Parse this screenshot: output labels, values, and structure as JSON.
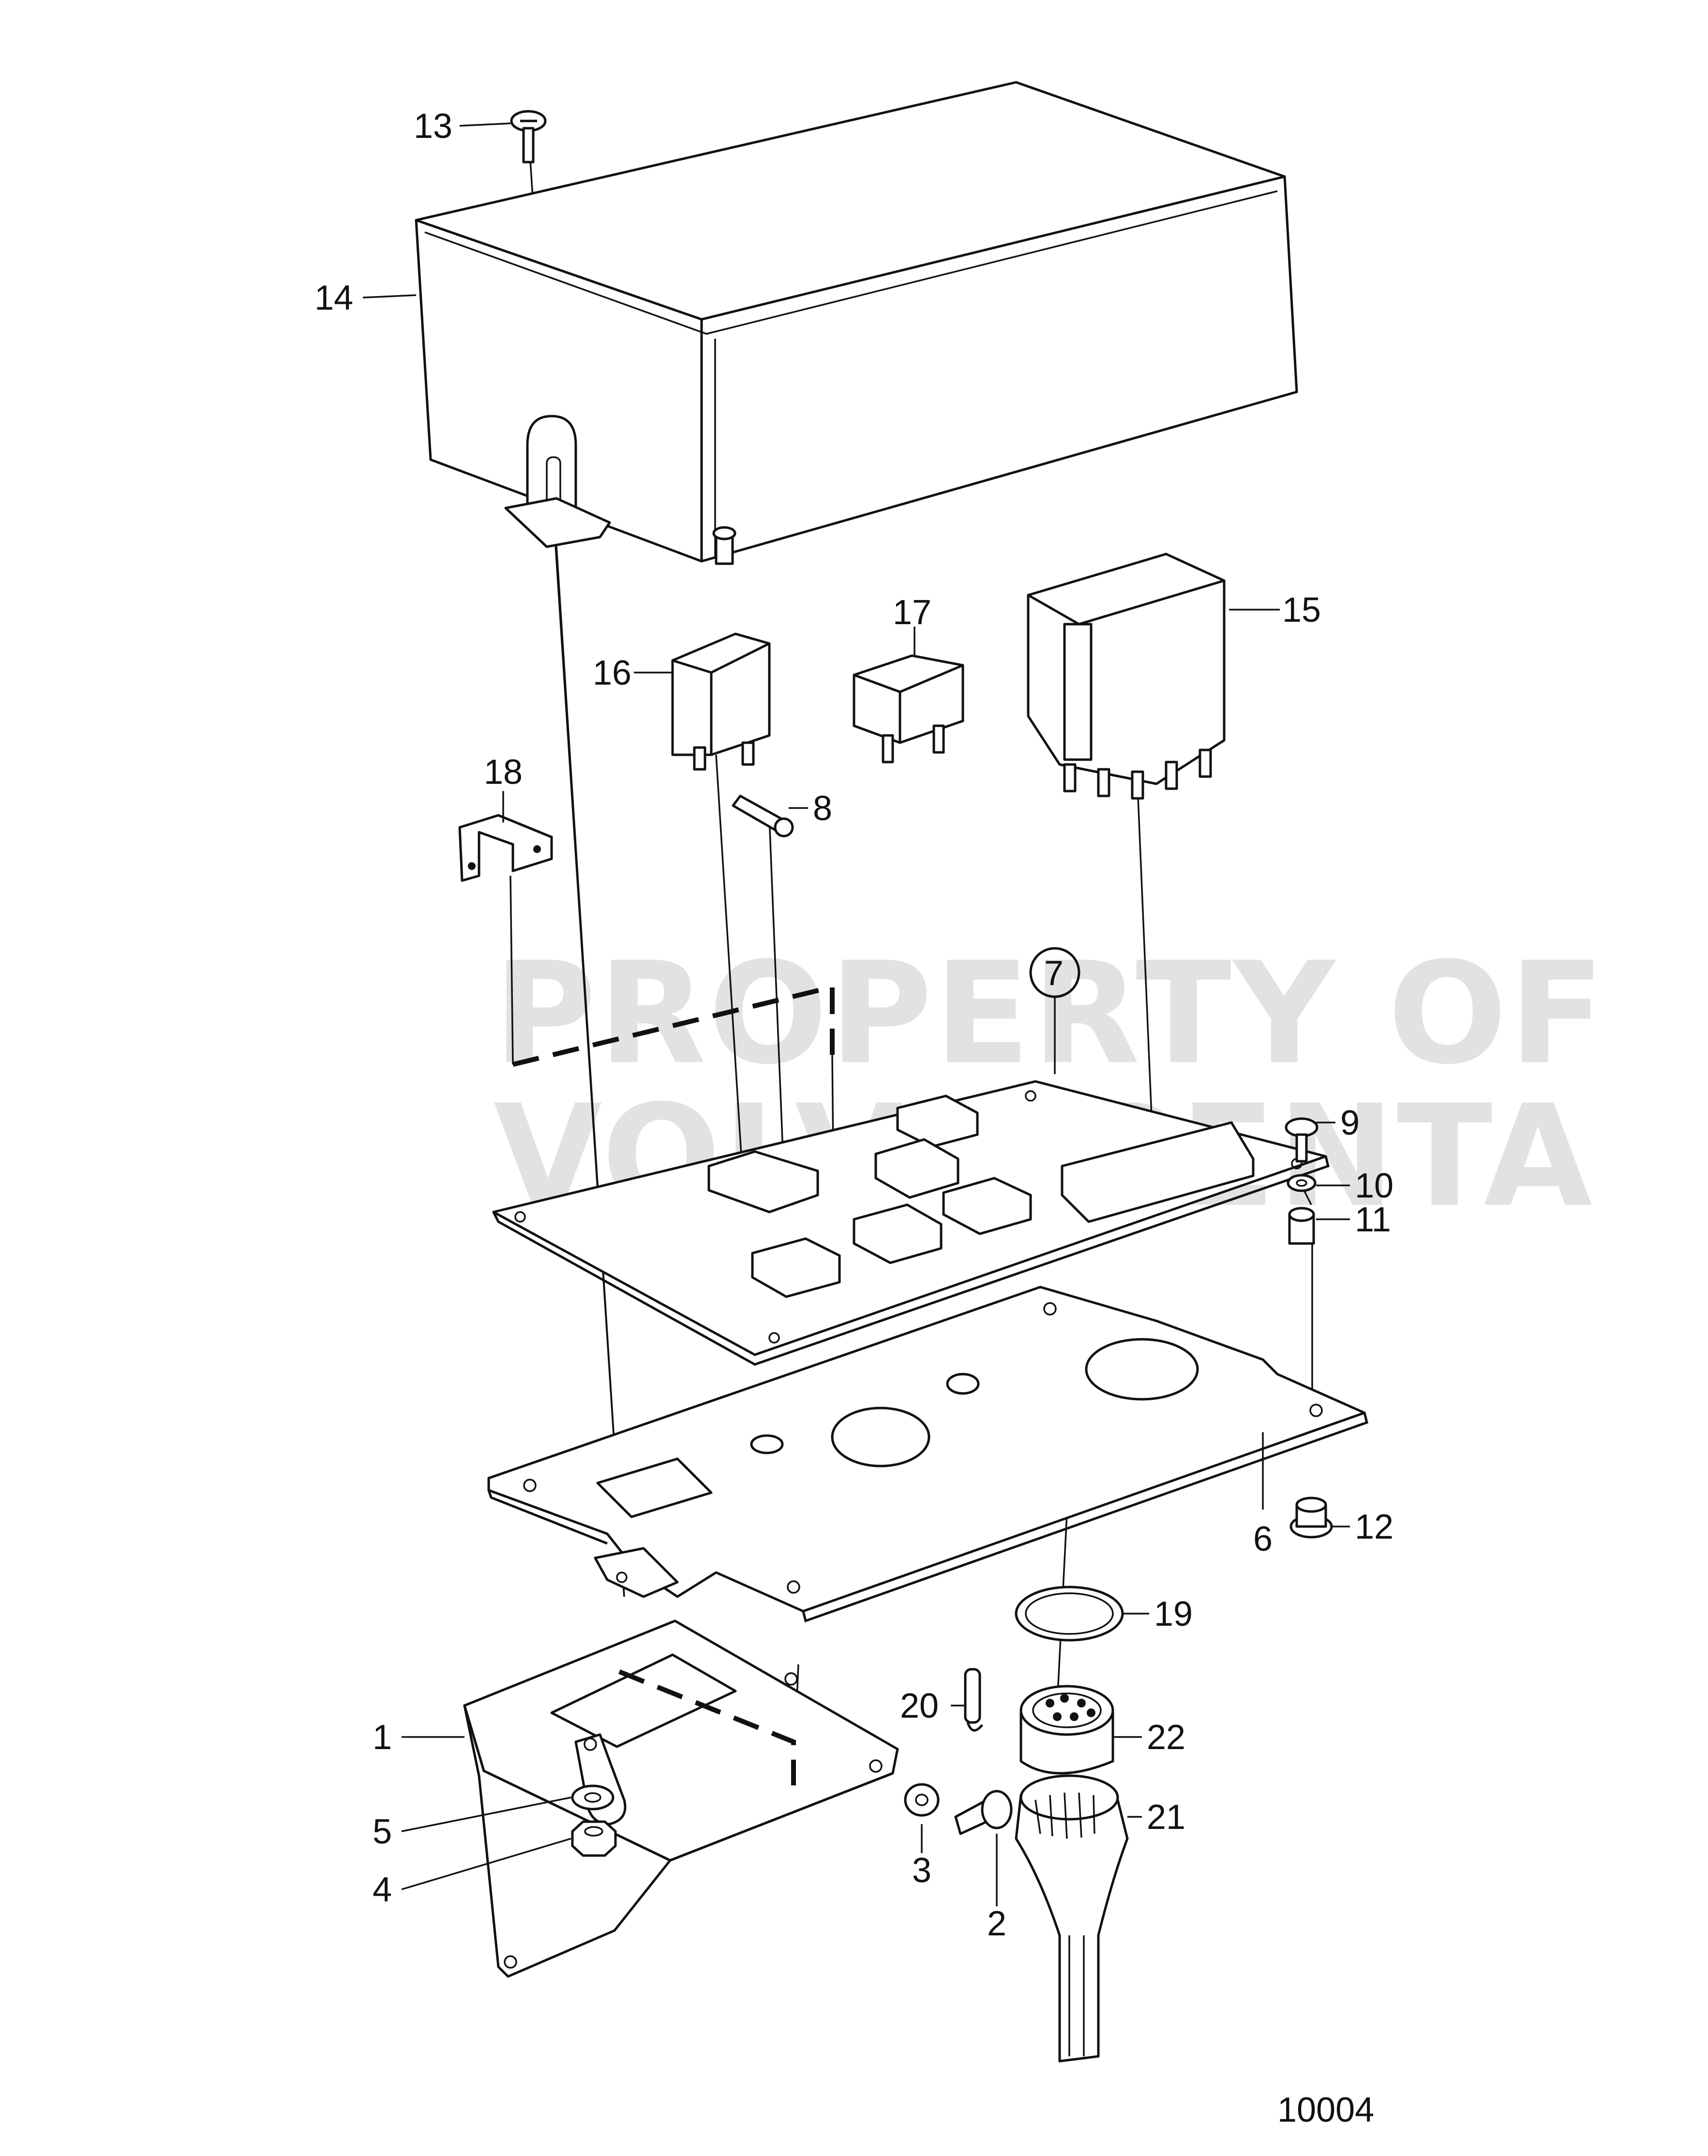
{
  "watermark": {
    "line1": "PROPERTY OF",
    "line2": "VOLVO PENTA"
  },
  "drawing_number": "10004",
  "callouts": [
    {
      "number": "1",
      "part": "mounting-bracket"
    },
    {
      "number": "2",
      "part": "screw"
    },
    {
      "number": "3",
      "part": "washer"
    },
    {
      "number": "4",
      "part": "nut"
    },
    {
      "number": "5",
      "part": "washer"
    },
    {
      "number": "6",
      "part": "base-plate"
    },
    {
      "number": "7",
      "part": "circuit-board"
    },
    {
      "number": "8",
      "part": "fuse"
    },
    {
      "number": "9",
      "part": "screw"
    },
    {
      "number": "10",
      "part": "washer"
    },
    {
      "number": "11",
      "part": "spacer"
    },
    {
      "number": "12",
      "part": "grommet"
    },
    {
      "number": "13",
      "part": "screw"
    },
    {
      "number": "14",
      "part": "cover"
    },
    {
      "number": "15",
      "part": "relay-block"
    },
    {
      "number": "16",
      "part": "circuit-breaker"
    },
    {
      "number": "17",
      "part": "relay"
    },
    {
      "number": "18",
      "part": "connector-clip"
    },
    {
      "number": "19",
      "part": "o-ring"
    },
    {
      "number": "20",
      "part": "pin"
    },
    {
      "number": "21",
      "part": "cable-sleeve"
    },
    {
      "number": "22",
      "part": "connector"
    }
  ]
}
